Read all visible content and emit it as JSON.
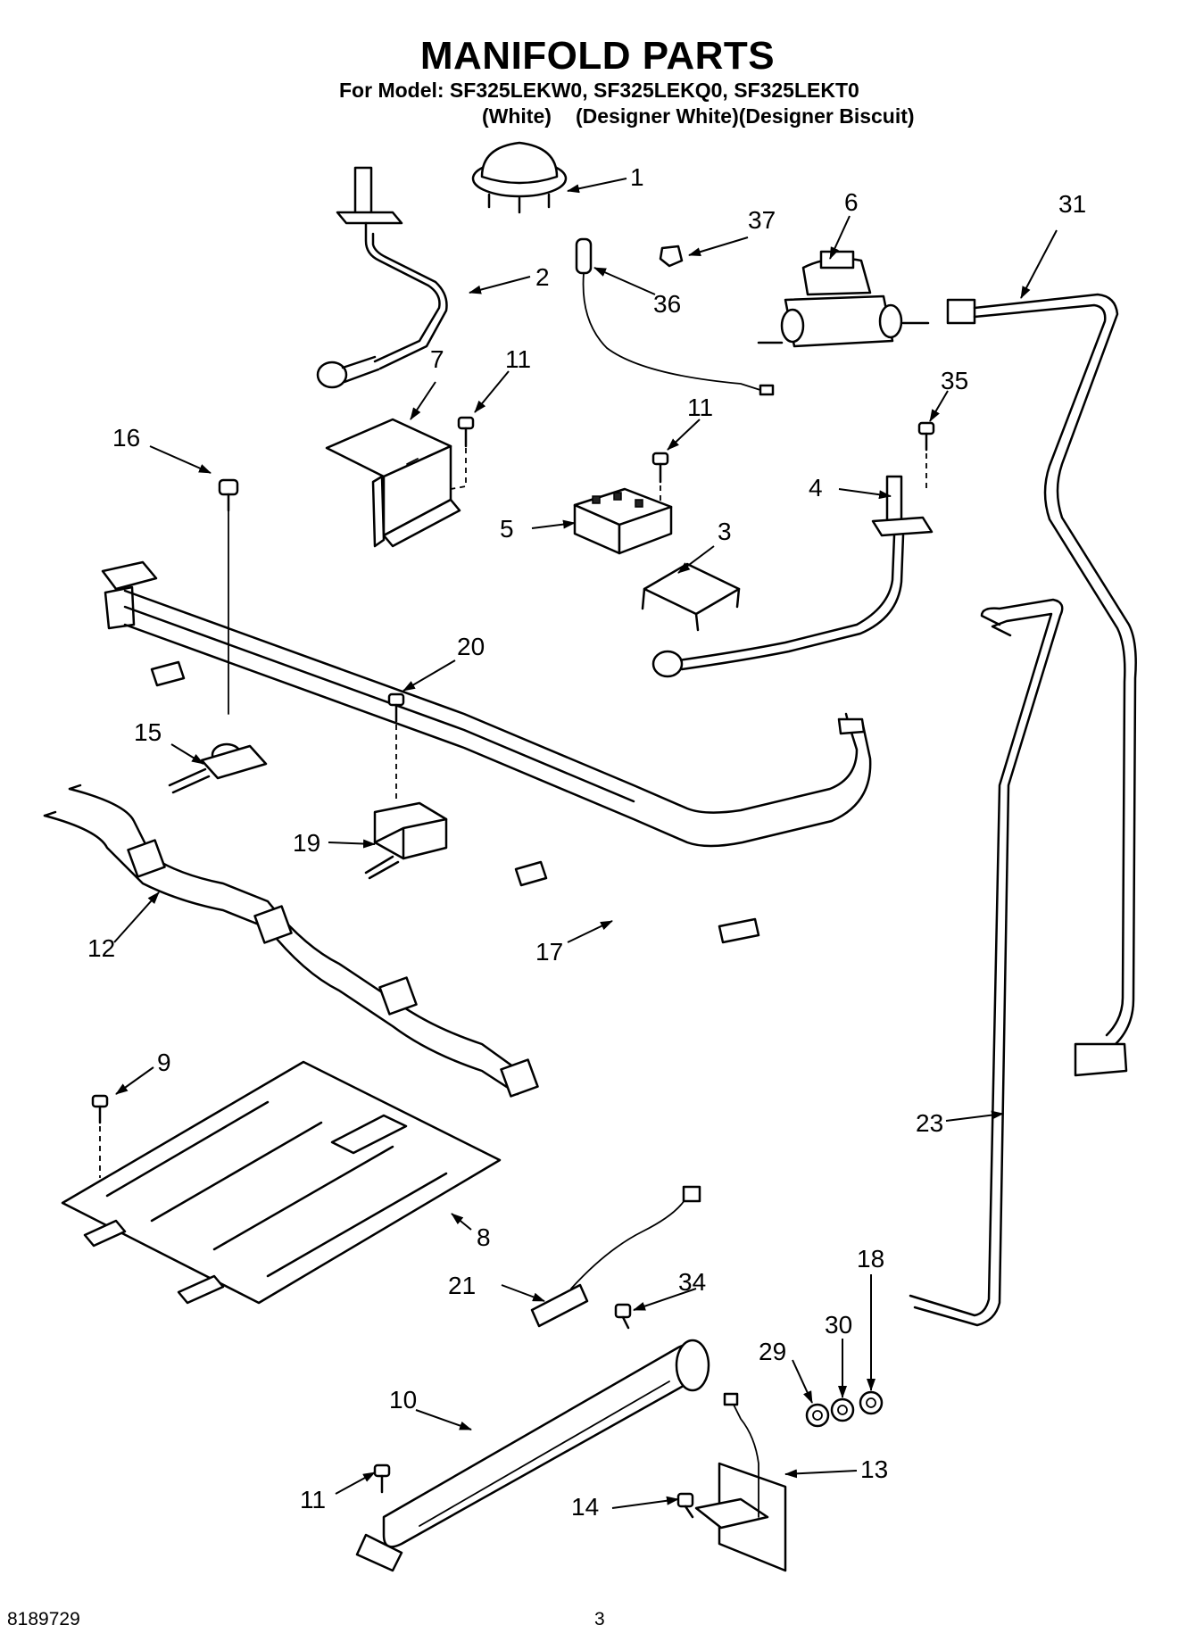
{
  "header": {
    "title": "MANIFOLD PARTS",
    "model_line": "For Model: SF325LEKW0, SF325LEKQ0, SF325LEKT0",
    "variant_1": "(White)",
    "variant_2": "(Designer White)(Designer Biscuit)"
  },
  "footer": {
    "doc_number": "8189729",
    "page_number": "3"
  },
  "callouts": [
    {
      "id": "1",
      "label": "1"
    },
    {
      "id": "2",
      "label": "2"
    },
    {
      "id": "3",
      "label": "3"
    },
    {
      "id": "4",
      "label": "4"
    },
    {
      "id": "5",
      "label": "5"
    },
    {
      "id": "6",
      "label": "6"
    },
    {
      "id": "7",
      "label": "7"
    },
    {
      "id": "8",
      "label": "8"
    },
    {
      "id": "9",
      "label": "9"
    },
    {
      "id": "10",
      "label": "10"
    },
    {
      "id": "11a",
      "label": "11"
    },
    {
      "id": "11b",
      "label": "11"
    },
    {
      "id": "11c",
      "label": "11"
    },
    {
      "id": "12",
      "label": "12"
    },
    {
      "id": "13",
      "label": "13"
    },
    {
      "id": "14",
      "label": "14"
    },
    {
      "id": "15",
      "label": "15"
    },
    {
      "id": "16",
      "label": "16"
    },
    {
      "id": "17",
      "label": "17"
    },
    {
      "id": "18",
      "label": "18"
    },
    {
      "id": "19",
      "label": "19"
    },
    {
      "id": "20",
      "label": "20"
    },
    {
      "id": "21",
      "label": "21"
    },
    {
      "id": "23",
      "label": "23"
    },
    {
      "id": "29",
      "label": "29"
    },
    {
      "id": "30",
      "label": "30"
    },
    {
      "id": "31",
      "label": "31"
    },
    {
      "id": "34",
      "label": "34"
    },
    {
      "id": "35",
      "label": "35"
    },
    {
      "id": "36",
      "label": "36"
    },
    {
      "id": "37",
      "label": "37"
    }
  ]
}
